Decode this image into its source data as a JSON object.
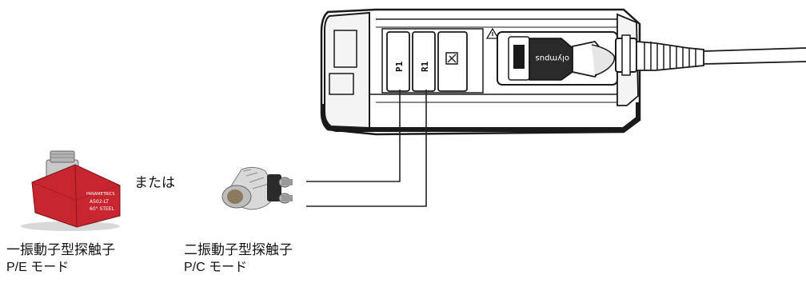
{
  "device": {
    "port_labels": [
      "P1",
      "R1"
    ],
    "connector_label": "olympus"
  },
  "connector_text": "または",
  "probes": [
    {
      "name": "一振動子型探触子",
      "mode": "P/E モード",
      "body_label_lines": [
        "PANAMETRICS",
        "A502-LT",
        "60° STEEL"
      ]
    },
    {
      "name": "二振動子型探触子",
      "mode": "P/C モード"
    }
  ],
  "colors": {
    "single_probe_body": "#c8262e",
    "line": "#222222"
  }
}
